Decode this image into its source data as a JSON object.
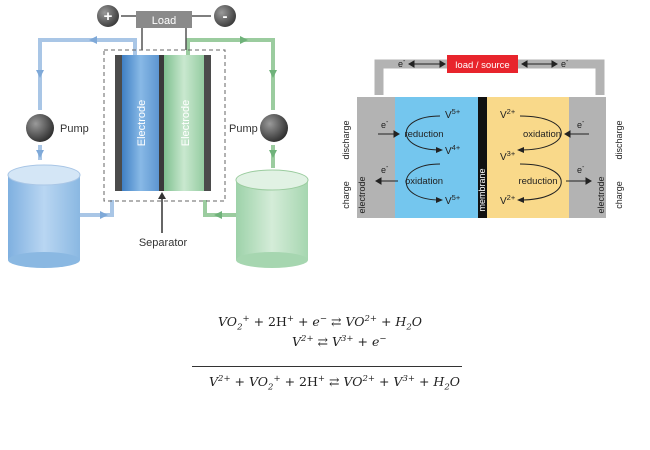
{
  "left_diagram": {
    "load_label": "Load",
    "plus_sign": "+",
    "minus_sign": "-",
    "left_electrode_label": "Electrode",
    "right_electrode_label": "Electrode",
    "left_pump_label": "Pump",
    "right_pump_label": "Pump",
    "separator_label": "Separator",
    "colors": {
      "blue": "#6ea5d8",
      "green": "#a7d4b1",
      "pipe_blue": "#a9c6e6",
      "pipe_green": "#9bcc9f"
    }
  },
  "right_diagram": {
    "load_source_label": "load / source",
    "electron_label": "e",
    "electron_sup": "-",
    "reduction_left": "reduction",
    "oxidation_left": "oxidation",
    "oxidation_right": "oxidation",
    "reduction_right": "reduction",
    "membrane_label": "membrane",
    "left_electrode_label": "electrode",
    "right_electrode_label": "electrode",
    "left_discharge": "discharge",
    "left_charge": "charge",
    "right_discharge": "discharge",
    "right_charge": "charge",
    "v": "V",
    "ion_v5": "5+",
    "ion_v4": "4+",
    "ion_v2": "2+",
    "ion_v3": "3+",
    "colors": {
      "cyan": "#74c6ee",
      "yellow": "#f9d98a",
      "red": "#e8242c",
      "grey": "#b3b3b3"
    }
  },
  "equations": {
    "eq1": {
      "a": "VO",
      "a_sub": "2",
      "a_sup": "+",
      "b": " + 2H",
      "b_sup": "+",
      "c": " + e",
      "c_sup": "−",
      "arrow": " ⇄ ",
      "d": "VO",
      "d_sup": "2+",
      "e": " + H",
      "e_sub": "2",
      "f": "O"
    },
    "eq2": {
      "a": "V",
      "a_sup": "2+",
      "arrow": " ⇄ ",
      "b": "V",
      "b_sup": "3+",
      "c": " + e",
      "c_sup": "−"
    },
    "eq3": {
      "a": "V",
      "a_sup": "2+",
      "b": " + VO",
      "b_sub": "2",
      "b_sup": "+",
      "c": " + 2H",
      "c_sup": "+",
      "arrow": " ⇄ ",
      "d": "VO",
      "d_sup": "2+",
      "e": " + V",
      "e_sup": "3+",
      "f": " + H",
      "f_sub": "2",
      "g": "O"
    }
  }
}
